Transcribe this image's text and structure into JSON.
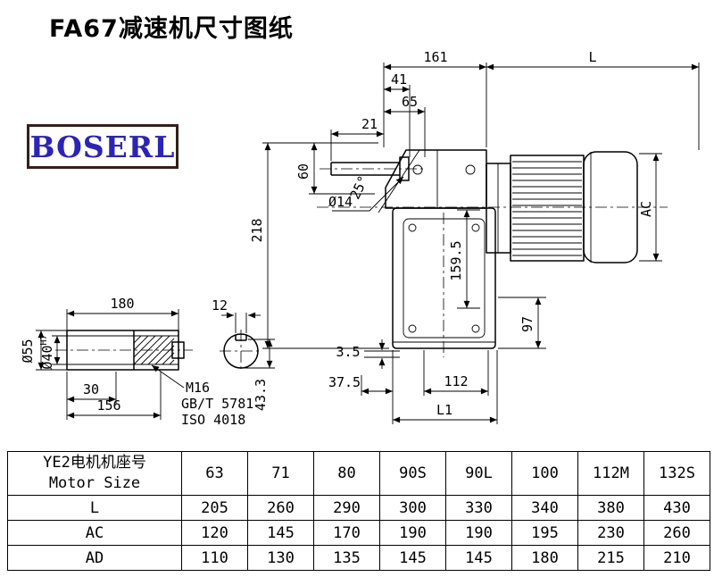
{
  "title": "FA67减速机尺寸图纸",
  "logo": "BOSERL",
  "drawing": {
    "dims": {
      "top161": "161",
      "topL": "L",
      "d41": "41",
      "d65": "65",
      "d21": "21",
      "d60": "60",
      "d218": "218",
      "dia14": "Ø14",
      "ang25": "25°",
      "d159_5": "159.5",
      "dAC": "AC",
      "d97": "97",
      "d3_5": "3.5",
      "d37_5": "37.5",
      "d112": "112",
      "dL1": "L1",
      "d180": "180",
      "d12": "12",
      "dia55": "Ø55",
      "dia40": "Ø40",
      "tol40": "H7",
      "d30": "30",
      "d156": "156",
      "d43_3": "43.3",
      "m16": "M16",
      "gb": "GB/T 5781",
      "iso": "ISO 4018"
    }
  },
  "table": {
    "header_cn": "YE2电机机座号",
    "header_en": "Motor Size",
    "columns": [
      "63",
      "71",
      "80",
      "90S",
      "90L",
      "100",
      "112M",
      "132S"
    ],
    "rows": [
      {
        "label": "L",
        "values": [
          "205",
          "260",
          "290",
          "300",
          "330",
          "340",
          "380",
          "430"
        ]
      },
      {
        "label": "AC",
        "values": [
          "120",
          "145",
          "170",
          "190",
          "190",
          "195",
          "230",
          "260"
        ]
      },
      {
        "label": "AD",
        "values": [
          "110",
          "130",
          "135",
          "145",
          "145",
          "180",
          "215",
          "210"
        ]
      }
    ]
  }
}
